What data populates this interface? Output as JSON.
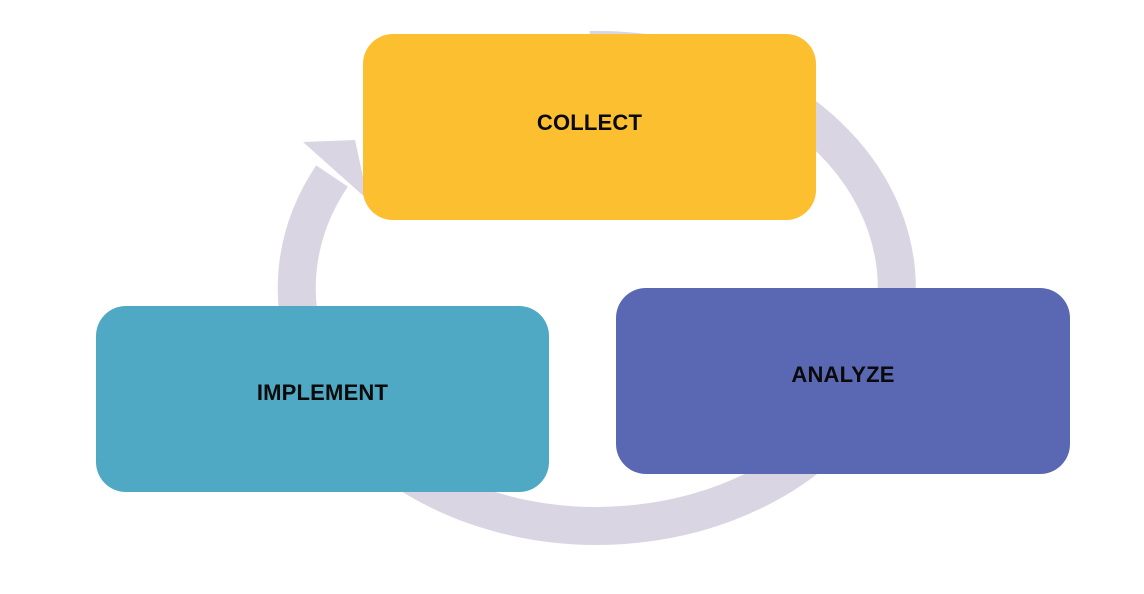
{
  "diagram": {
    "arrow_color": "#d9d5e3",
    "stages": [
      {
        "id": "collect",
        "label": "COLLECT",
        "color": "#fcbf2f"
      },
      {
        "id": "analyze",
        "label": "ANALYZE",
        "color": "#5a67b3"
      },
      {
        "id": "implement",
        "label": "IMPLEMENT",
        "color": "#4fa9c4"
      }
    ]
  }
}
